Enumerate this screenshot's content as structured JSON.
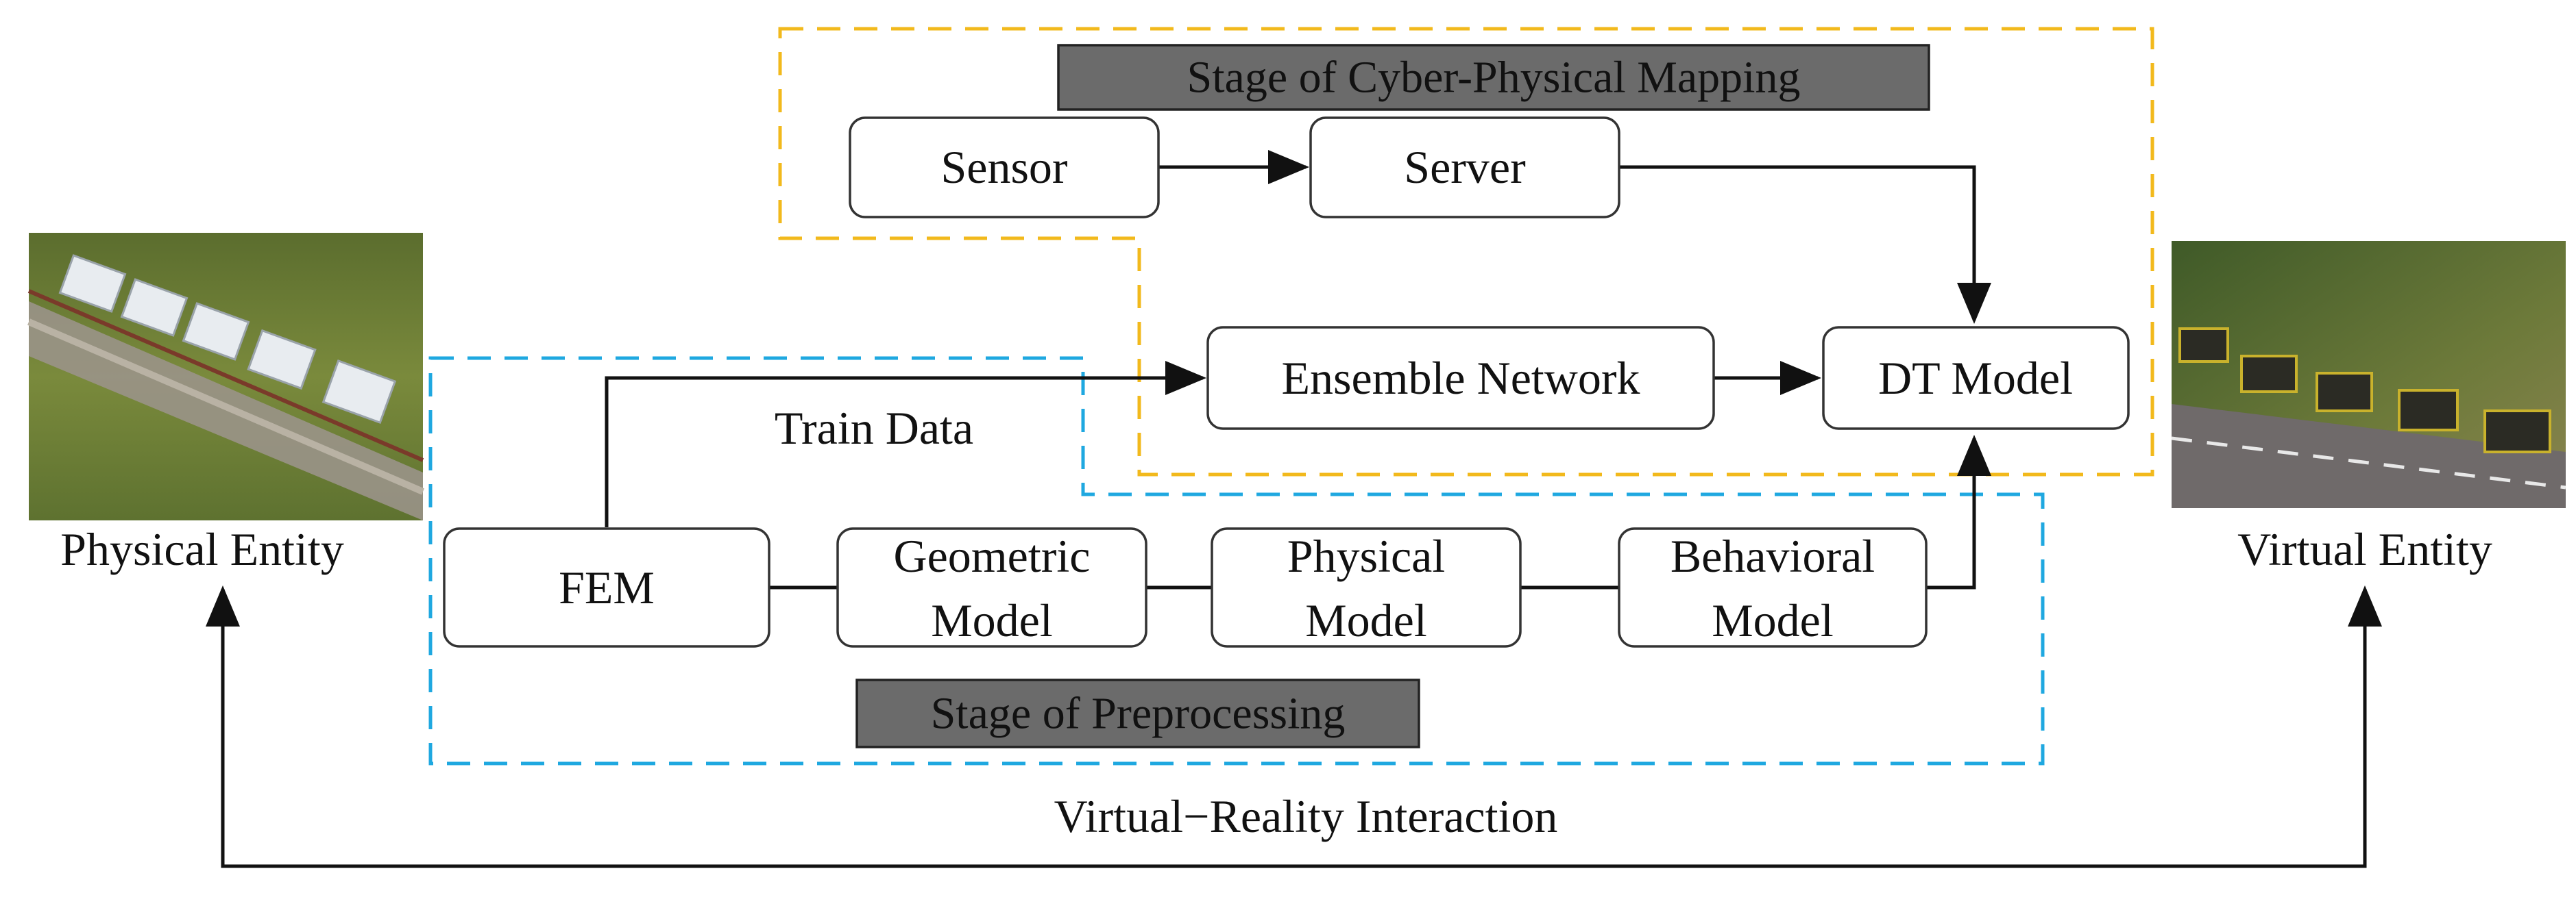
{
  "nodes": {
    "sensor": "Sensor",
    "server": "Server",
    "ensemble": "Ensemble Network",
    "dt_model": "DT Model",
    "fem": "FEM",
    "geometric": [
      "Geometric",
      "Model"
    ],
    "physical": [
      "Physical",
      "Model"
    ],
    "behavioral": [
      "Behavioral",
      "Model"
    ]
  },
  "stages": {
    "cyber_physical": "Stage of Cyber-Physical Mapping",
    "preprocessing": "Stage of Preprocessing"
  },
  "labels": {
    "train_data": "Train Data",
    "physical_entity": "Physical Entity",
    "virtual_entity": "Virtual Entity",
    "interaction": "Virtual−Reality Interaction"
  },
  "colors": {
    "cyber_stage_border": "#f2b91c",
    "preprocessing_border": "#1fa8e0",
    "stage_label_fill": "#6b6b6b"
  }
}
